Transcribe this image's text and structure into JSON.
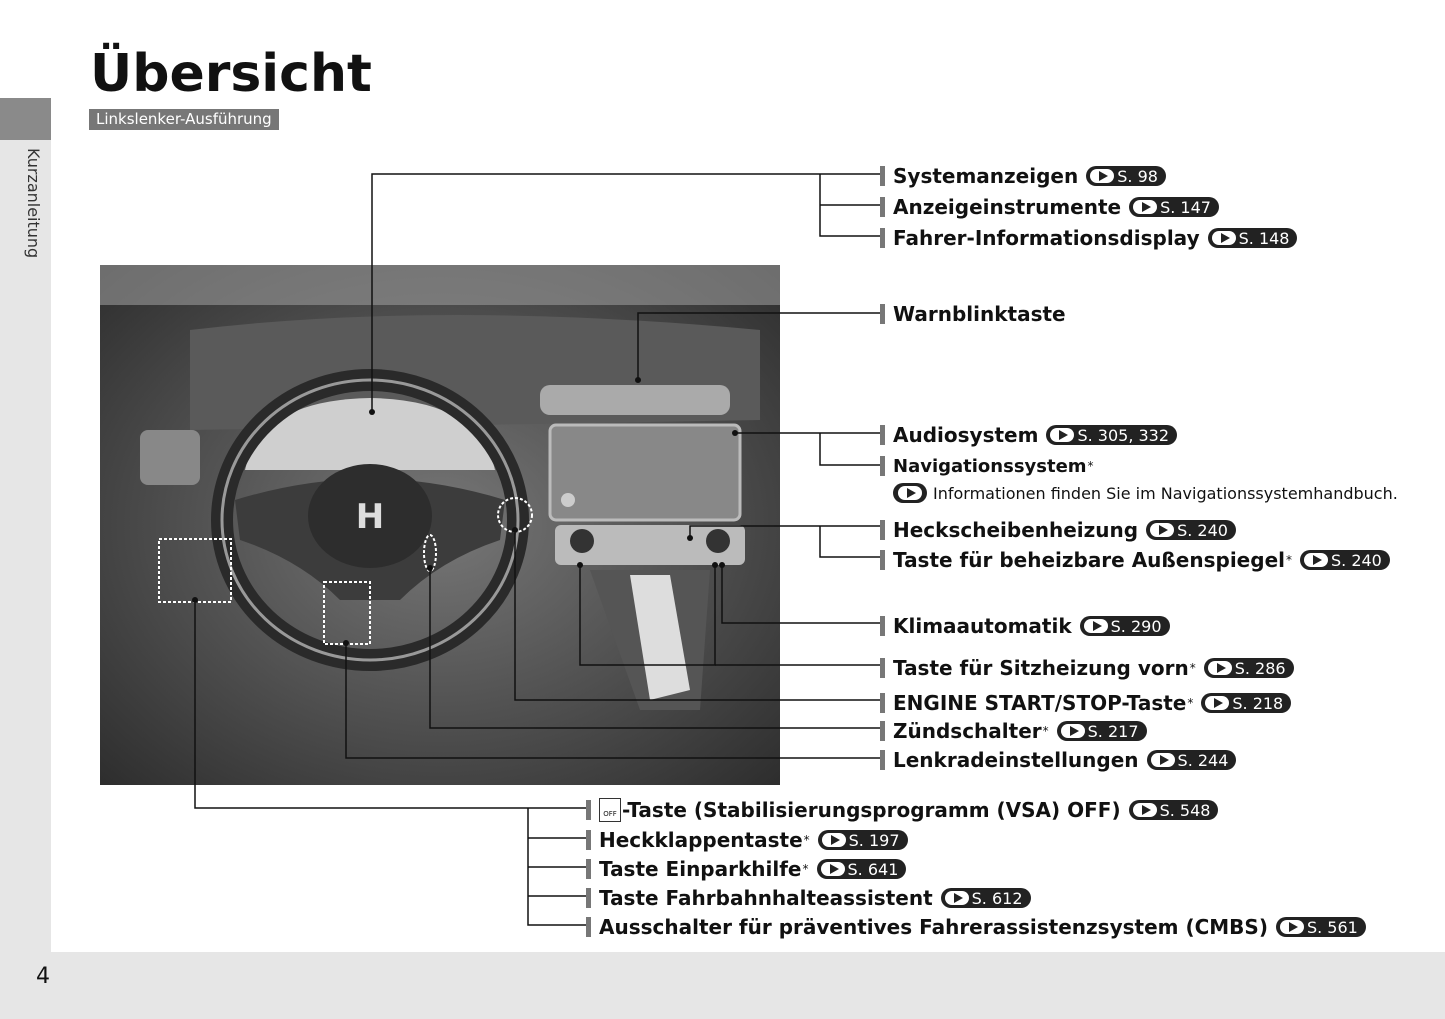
{
  "title": "Übersicht",
  "variant": "Linkslenker-Ausführung",
  "side_tab": "Kurzanleitung",
  "page_number": "4",
  "upper_labels": [
    {
      "label": "Systemanzeigen",
      "ref": "S. 98",
      "star": false
    },
    {
      "label": "Anzeigeinstrumente",
      "ref": "S. 147",
      "star": false
    },
    {
      "label": "Fahrer-Informationsdisplay",
      "ref": "S. 148",
      "star": false
    },
    {
      "label": "Warnblinktaste",
      "ref": null,
      "star": false
    },
    {
      "label": "Audiosystem",
      "ref": "S. 305, 332",
      "star": false
    },
    {
      "label": "Navigationssystem",
      "ref": null,
      "star": true
    },
    {
      "label": "Heckscheibenheizung",
      "ref": "S. 240",
      "star": false
    },
    {
      "label": "Taste für beheizbare Außenspiegel",
      "ref": "S. 240",
      "star": true
    },
    {
      "label": "Klimaautomatik",
      "ref": "S. 290",
      "star": false
    },
    {
      "label": "Taste für Sitzheizung vorn",
      "ref": "S. 286",
      "star": true
    },
    {
      "label": "ENGINE START/STOP-Taste",
      "ref": "S. 218",
      "star": true
    },
    {
      "label": "Zündschalter",
      "ref": "S. 217",
      "star": true
    },
    {
      "label": "Lenkradeinstellungen",
      "ref": "S. 244",
      "star": false
    }
  ],
  "nav_note": "Informationen finden Sie im Navigationssystemhandbuch.",
  "lower_labels": [
    {
      "label": "-Taste (Stabilisierungsprogramm (VSA) OFF)",
      "ref": "S. 548",
      "star": false
    },
    {
      "label": "Heckklappentaste",
      "ref": "S. 197",
      "star": true
    },
    {
      "label": "Taste Einparkhilfe",
      "ref": "S. 641",
      "star": true
    },
    {
      "label": "Taste Fahrbahnhalteassistent",
      "ref": "S. 612",
      "star": false
    },
    {
      "label": "Ausschalter für präventives Fahrerassistenzsystem (CMBS)",
      "ref": "S. 561",
      "star": false
    }
  ],
  "vsa_icon_text": "OFF",
  "star_mark": "*",
  "honda_logo": "H"
}
